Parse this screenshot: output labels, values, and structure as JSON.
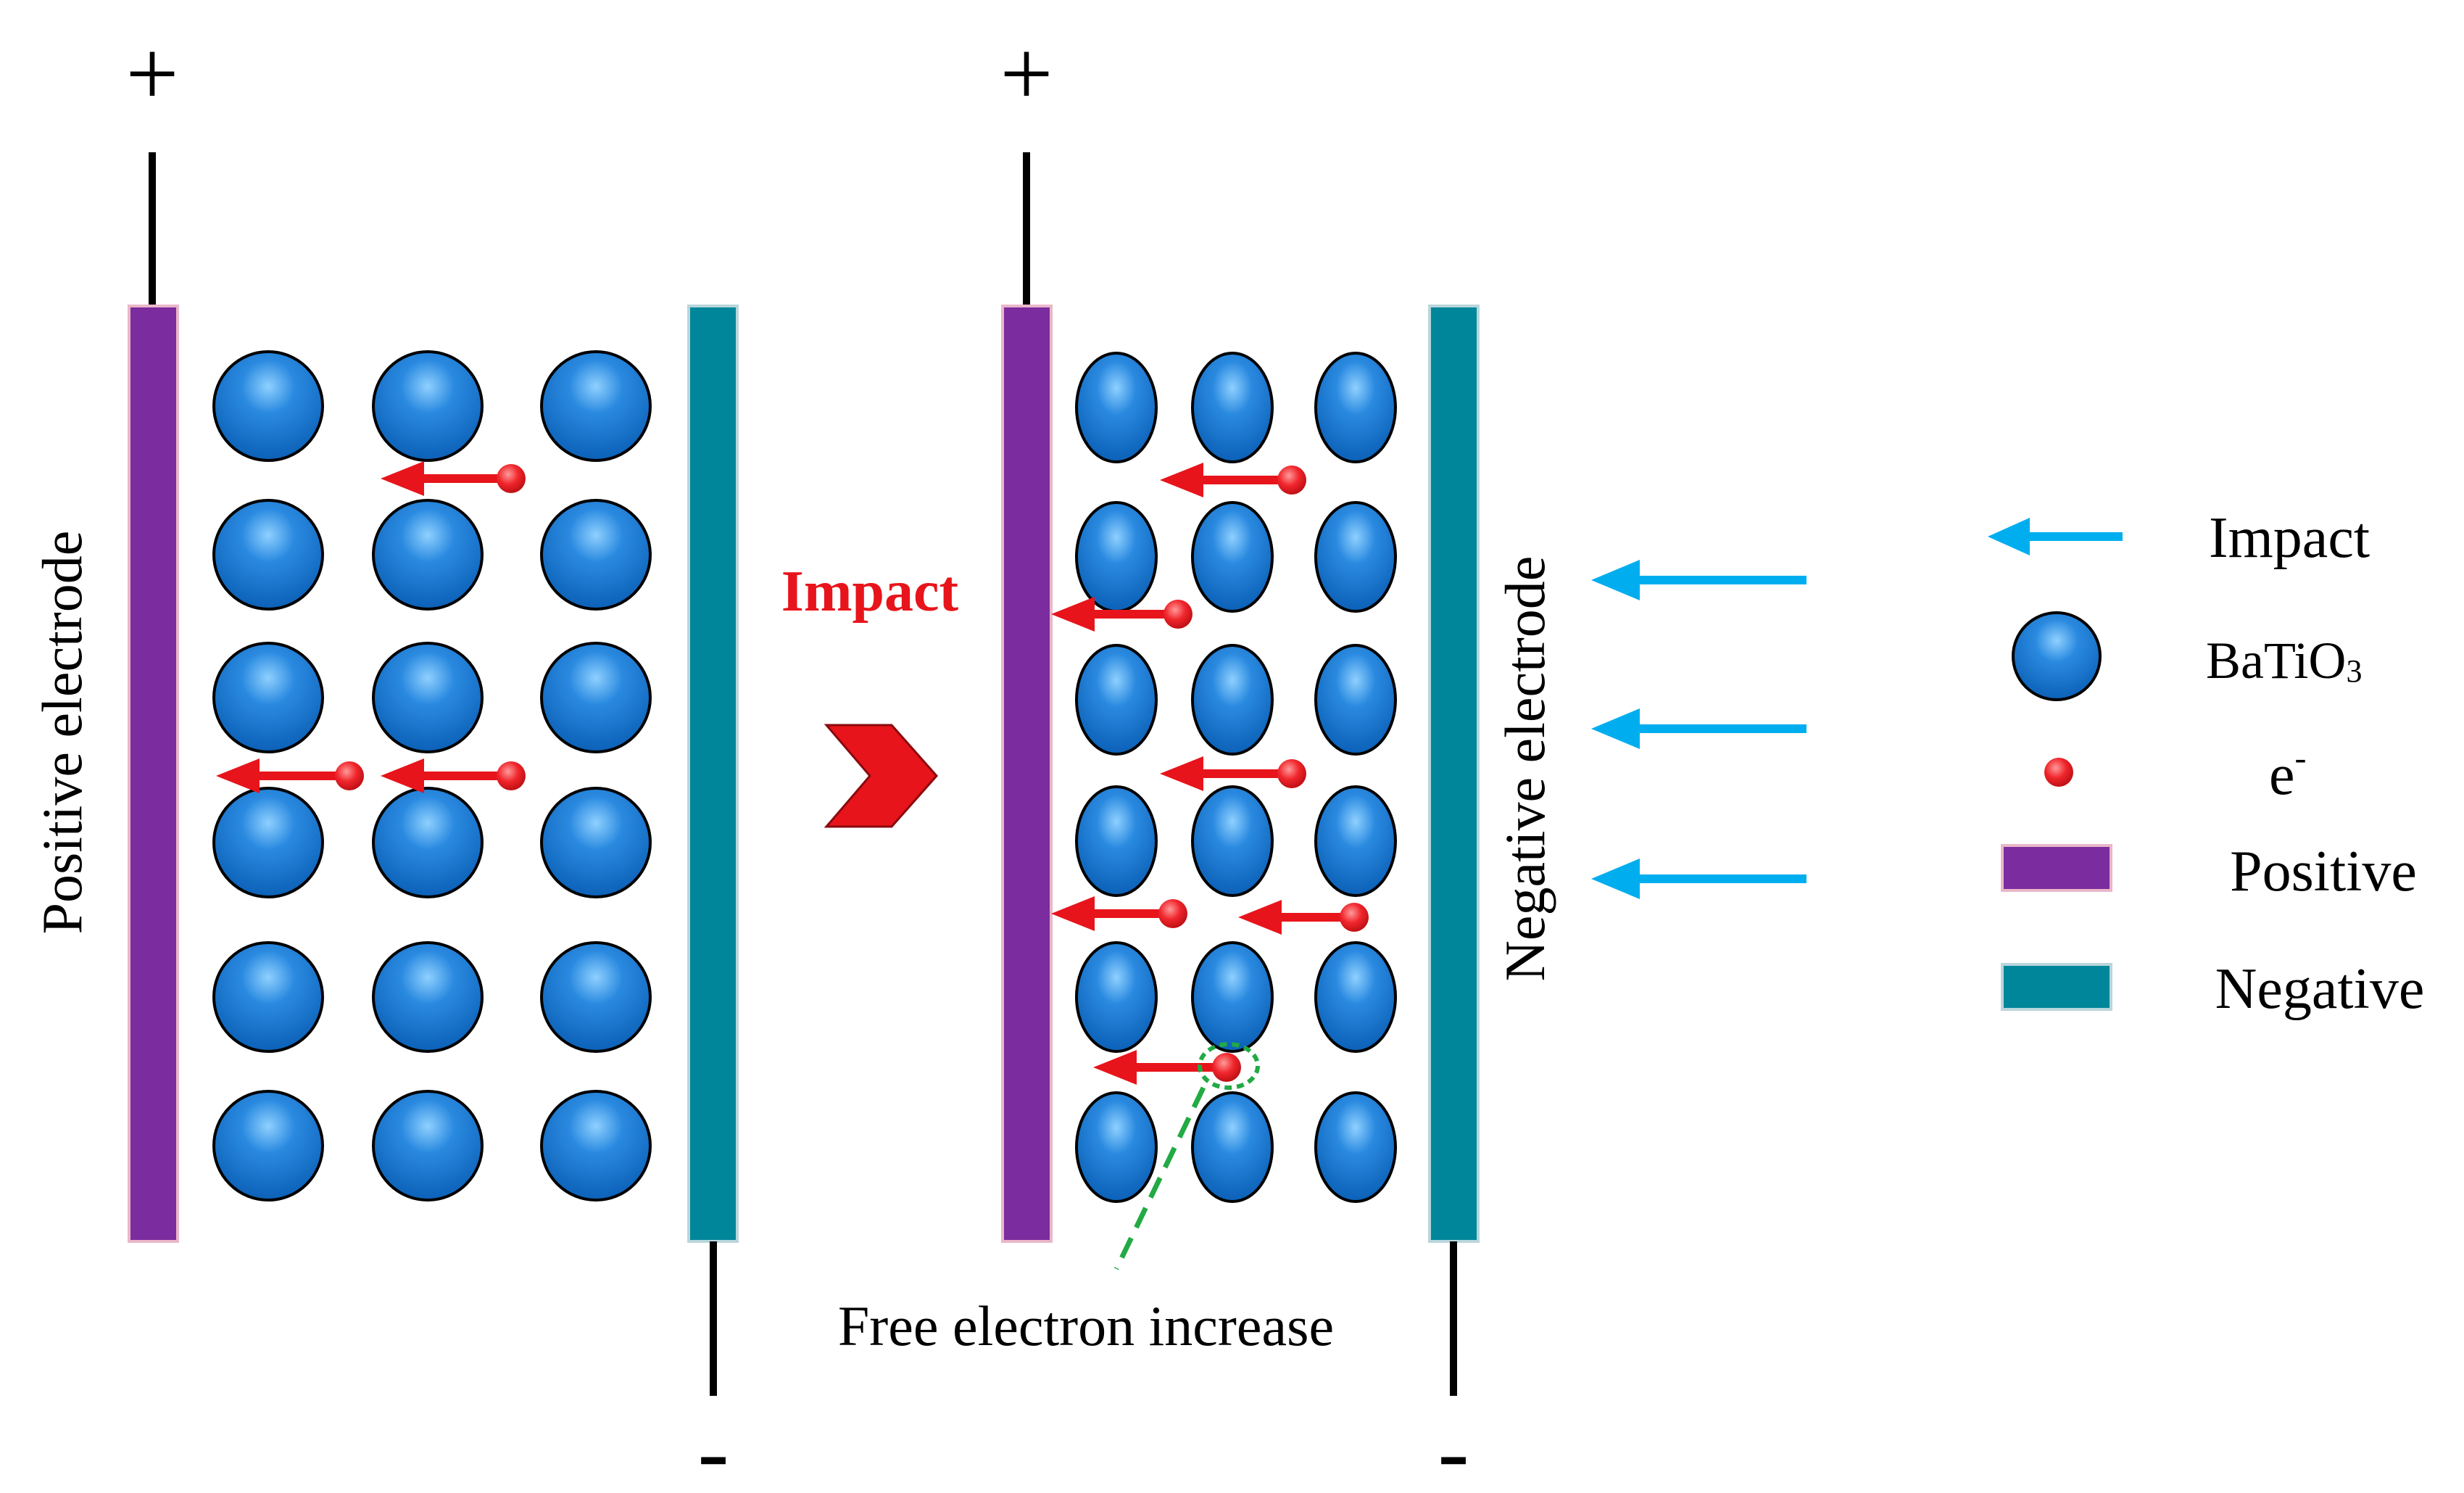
{
  "left_panel": {
    "plus_sign": "+",
    "minus_sign": "-",
    "side_label": "Positive electrode"
  },
  "right_panel": {
    "plus_sign": "+",
    "minus_sign": "-",
    "side_label": "Negative electrode",
    "annotation": "Free electron increase"
  },
  "transition": {
    "label": "Impact"
  },
  "legend": {
    "items": [
      {
        "label": "Impact",
        "icon": "impact-arrow-icon"
      },
      {
        "label": "BaTiO",
        "subscript": "3",
        "icon": "batio3-sphere-icon"
      },
      {
        "label": "e",
        "superscript": "-",
        "icon": "electron-icon"
      },
      {
        "label": "Positive",
        "icon": "positive-electrode-swatch"
      },
      {
        "label": "Negative",
        "icon": "negative-electrode-swatch"
      }
    ]
  },
  "colors": {
    "positive_electrode": "#7B2C9E",
    "negative_electrode": "#00869A",
    "sphere": "#0A6CC4",
    "electron": "#E8141B",
    "impact_arrow": "#00AEEF",
    "annotation": "#22AA44",
    "impact_text": "#E8141B"
  }
}
